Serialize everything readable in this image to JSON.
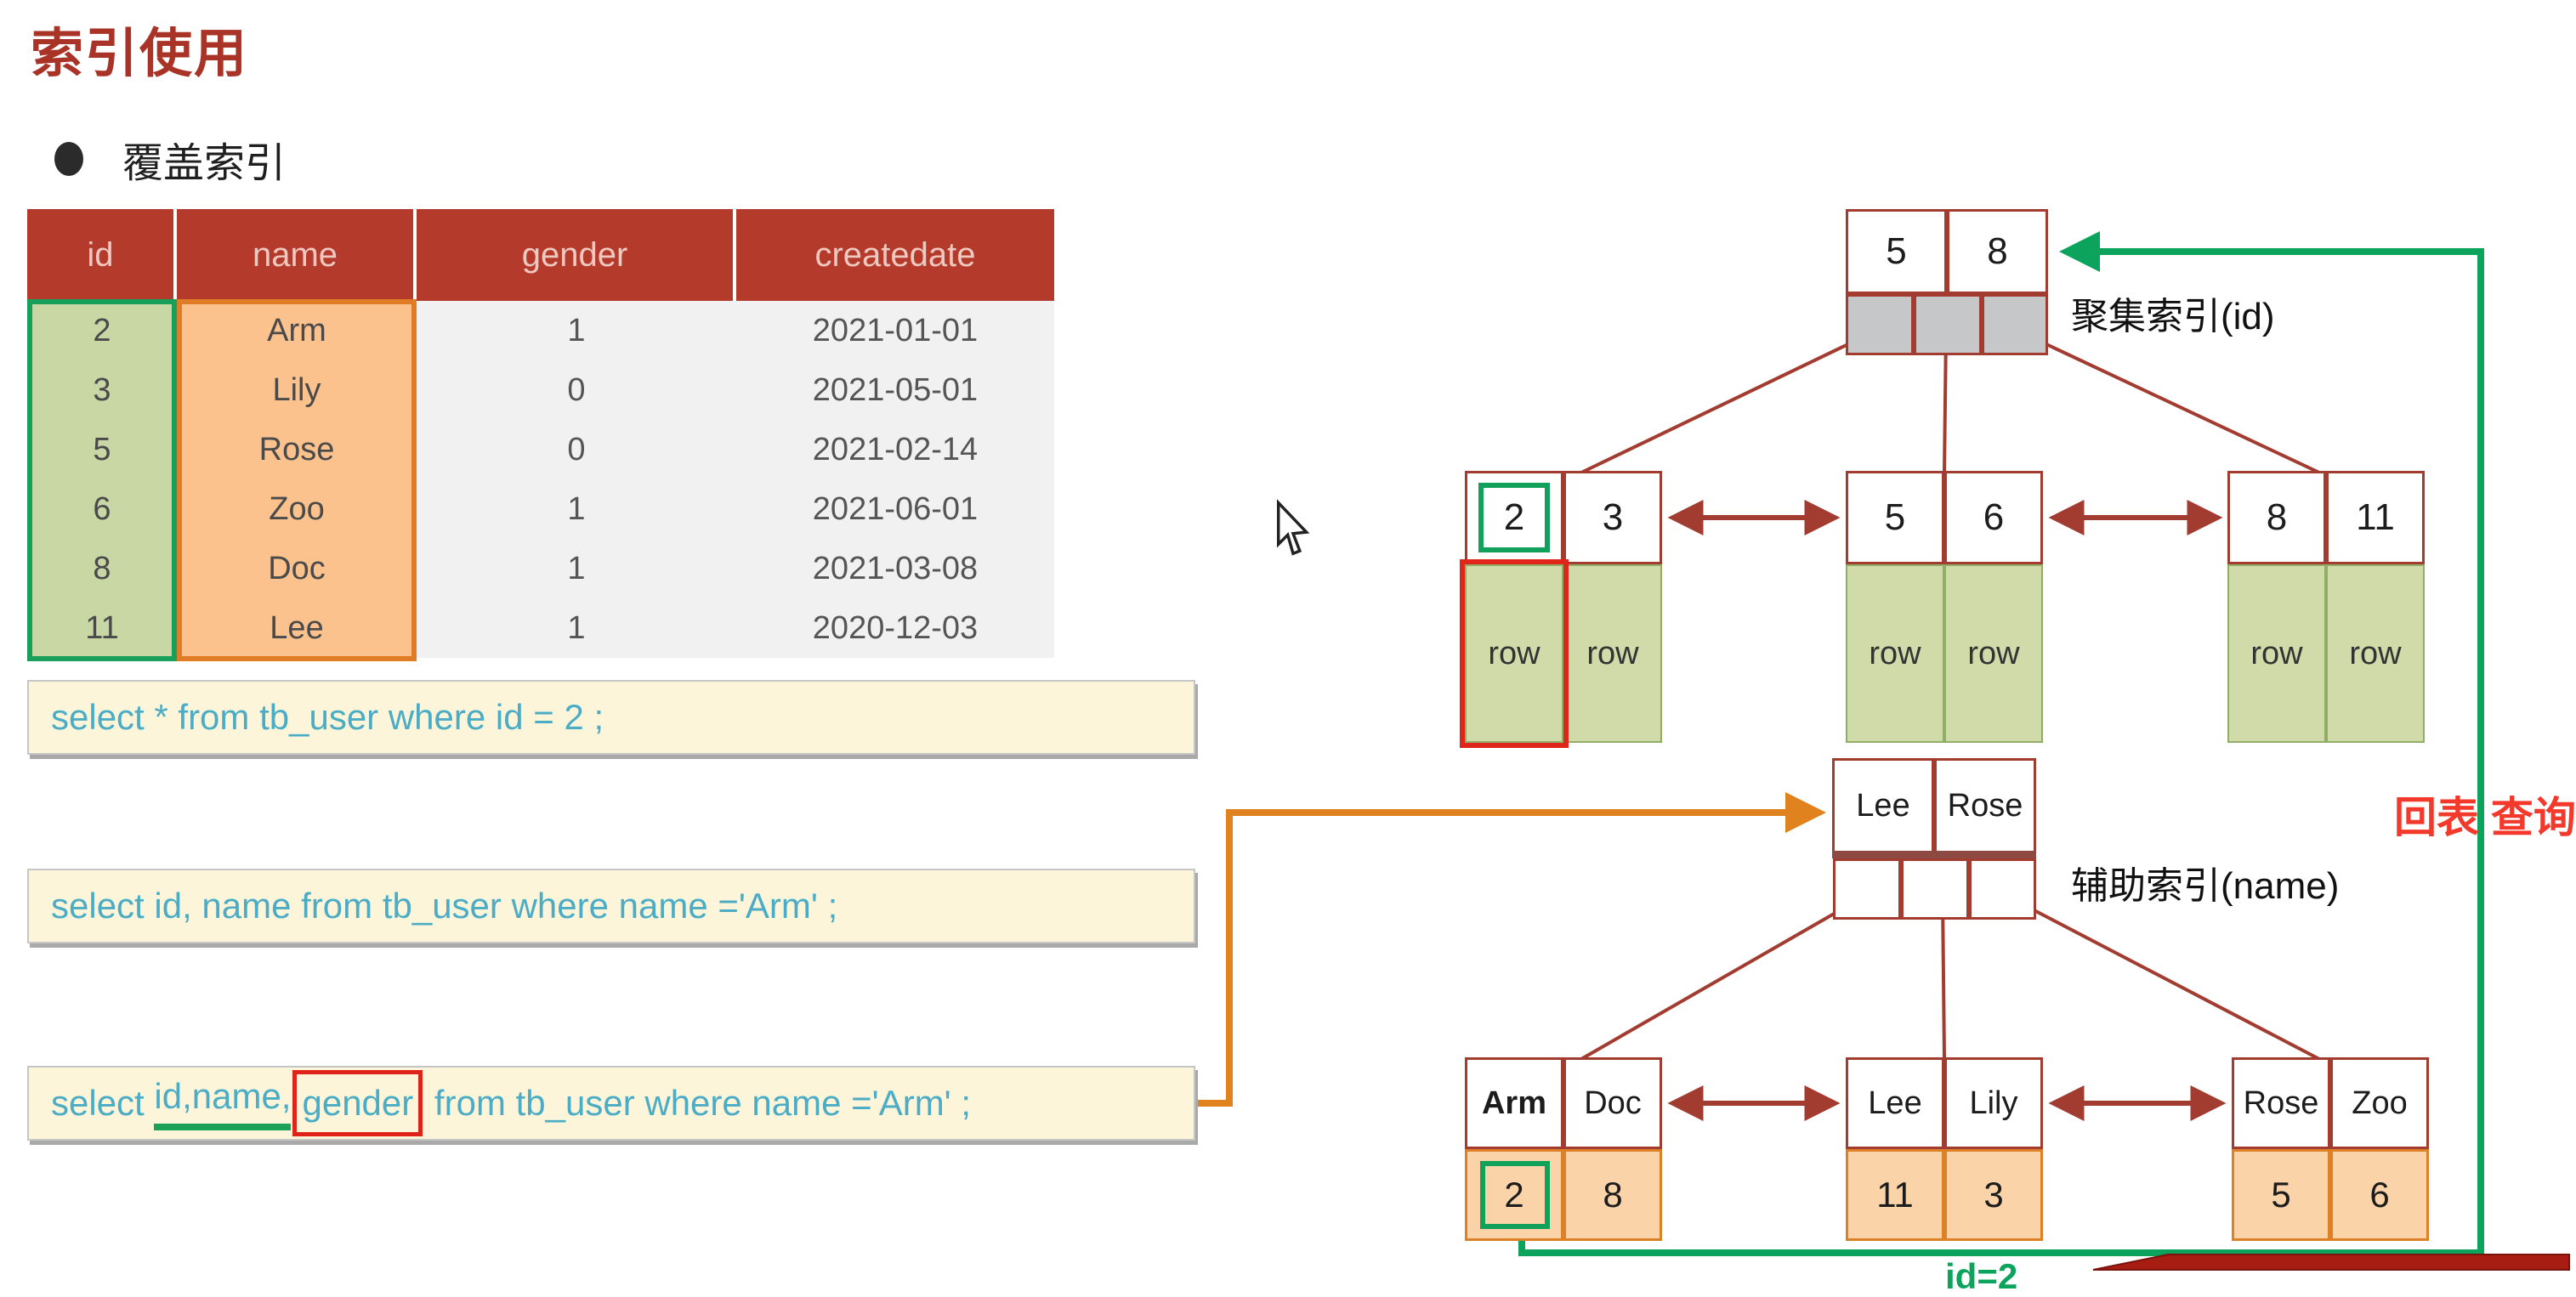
{
  "page": {
    "title": "索引使用",
    "bullet": "覆盖索引"
  },
  "table": {
    "headers": [
      "id",
      "name",
      "gender",
      "createdate"
    ],
    "rows": [
      [
        "2",
        "Arm",
        "1",
        "2021-01-01"
      ],
      [
        "3",
        "Lily",
        "0",
        "2021-05-01"
      ],
      [
        "5",
        "Rose",
        "0",
        "2021-02-14"
      ],
      [
        "6",
        "Zoo",
        "1",
        "2021-06-01"
      ],
      [
        "8",
        "Doc",
        "1",
        "2021-03-08"
      ],
      [
        "11",
        "Lee",
        "1",
        "2020-12-03"
      ]
    ]
  },
  "sql": {
    "query1": "select * from tb_user where id = 2 ;",
    "query2": "select id, name from tb_user where name ='Arm' ;",
    "query3_prefix": "select ",
    "query3_underlined": "id,name,",
    "query3_boxed": "gender",
    "query3_suffix": " from tb_user where name ='Arm' ;"
  },
  "clustered_index": {
    "label": "聚集索引(id)",
    "root_keys": [
      "5",
      "8"
    ],
    "leaves": [
      {
        "keys": [
          "2",
          "3"
        ],
        "pointers": [
          "row",
          "row"
        ]
      },
      {
        "keys": [
          "5",
          "6"
        ],
        "pointers": [
          "row",
          "row"
        ]
      },
      {
        "keys": [
          "8",
          "11"
        ],
        "pointers": [
          "row",
          "row"
        ]
      }
    ]
  },
  "secondary_index": {
    "label": "辅助索引(name)",
    "root_keys": [
      "Lee",
      "Rose"
    ],
    "leaves": [
      {
        "keys": [
          "Arm",
          "Doc"
        ],
        "ids": [
          "2",
          "8"
        ]
      },
      {
        "keys": [
          "Lee",
          "Lily"
        ],
        "ids": [
          "11",
          "3"
        ]
      },
      {
        "keys": [
          "Rose",
          "Zoo"
        ],
        "ids": [
          "5",
          "6"
        ]
      }
    ]
  },
  "annotations": {
    "back_to_table": "回表 查询",
    "id_equals": "id=2"
  },
  "colors": {
    "title_red": "#A93327",
    "table_header_bg": "#B43A2C",
    "highlight_green": "#12A15B",
    "highlight_red": "#E0251B",
    "connector_green": "#0CA45C",
    "connector_orange": "#E0831F",
    "tree_border_red": "#A23B30",
    "sql_text_blue": "#4BACC6"
  }
}
